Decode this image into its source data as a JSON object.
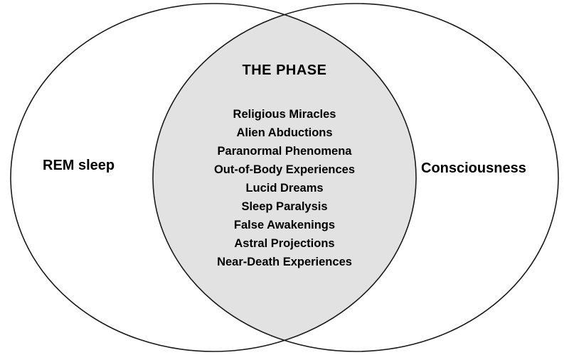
{
  "diagram": {
    "type": "venn",
    "title": "THE PHASE",
    "left_circle_label": "REM sleep",
    "right_circle_label": "Consciousness",
    "intersection_items": [
      "Religious Miracles",
      "Alien Abductions",
      "Paranormal Phenomena",
      "Out-of-Body Experiences",
      "Lucid Dreams",
      "Sleep Paralysis",
      "False Awakenings",
      "Astral Projections",
      "Near-Death Experiences"
    ],
    "colors": {
      "background": "#ffffff",
      "stroke": "#1a1a1a",
      "intersection_fill": "#e2e2e2"
    }
  }
}
